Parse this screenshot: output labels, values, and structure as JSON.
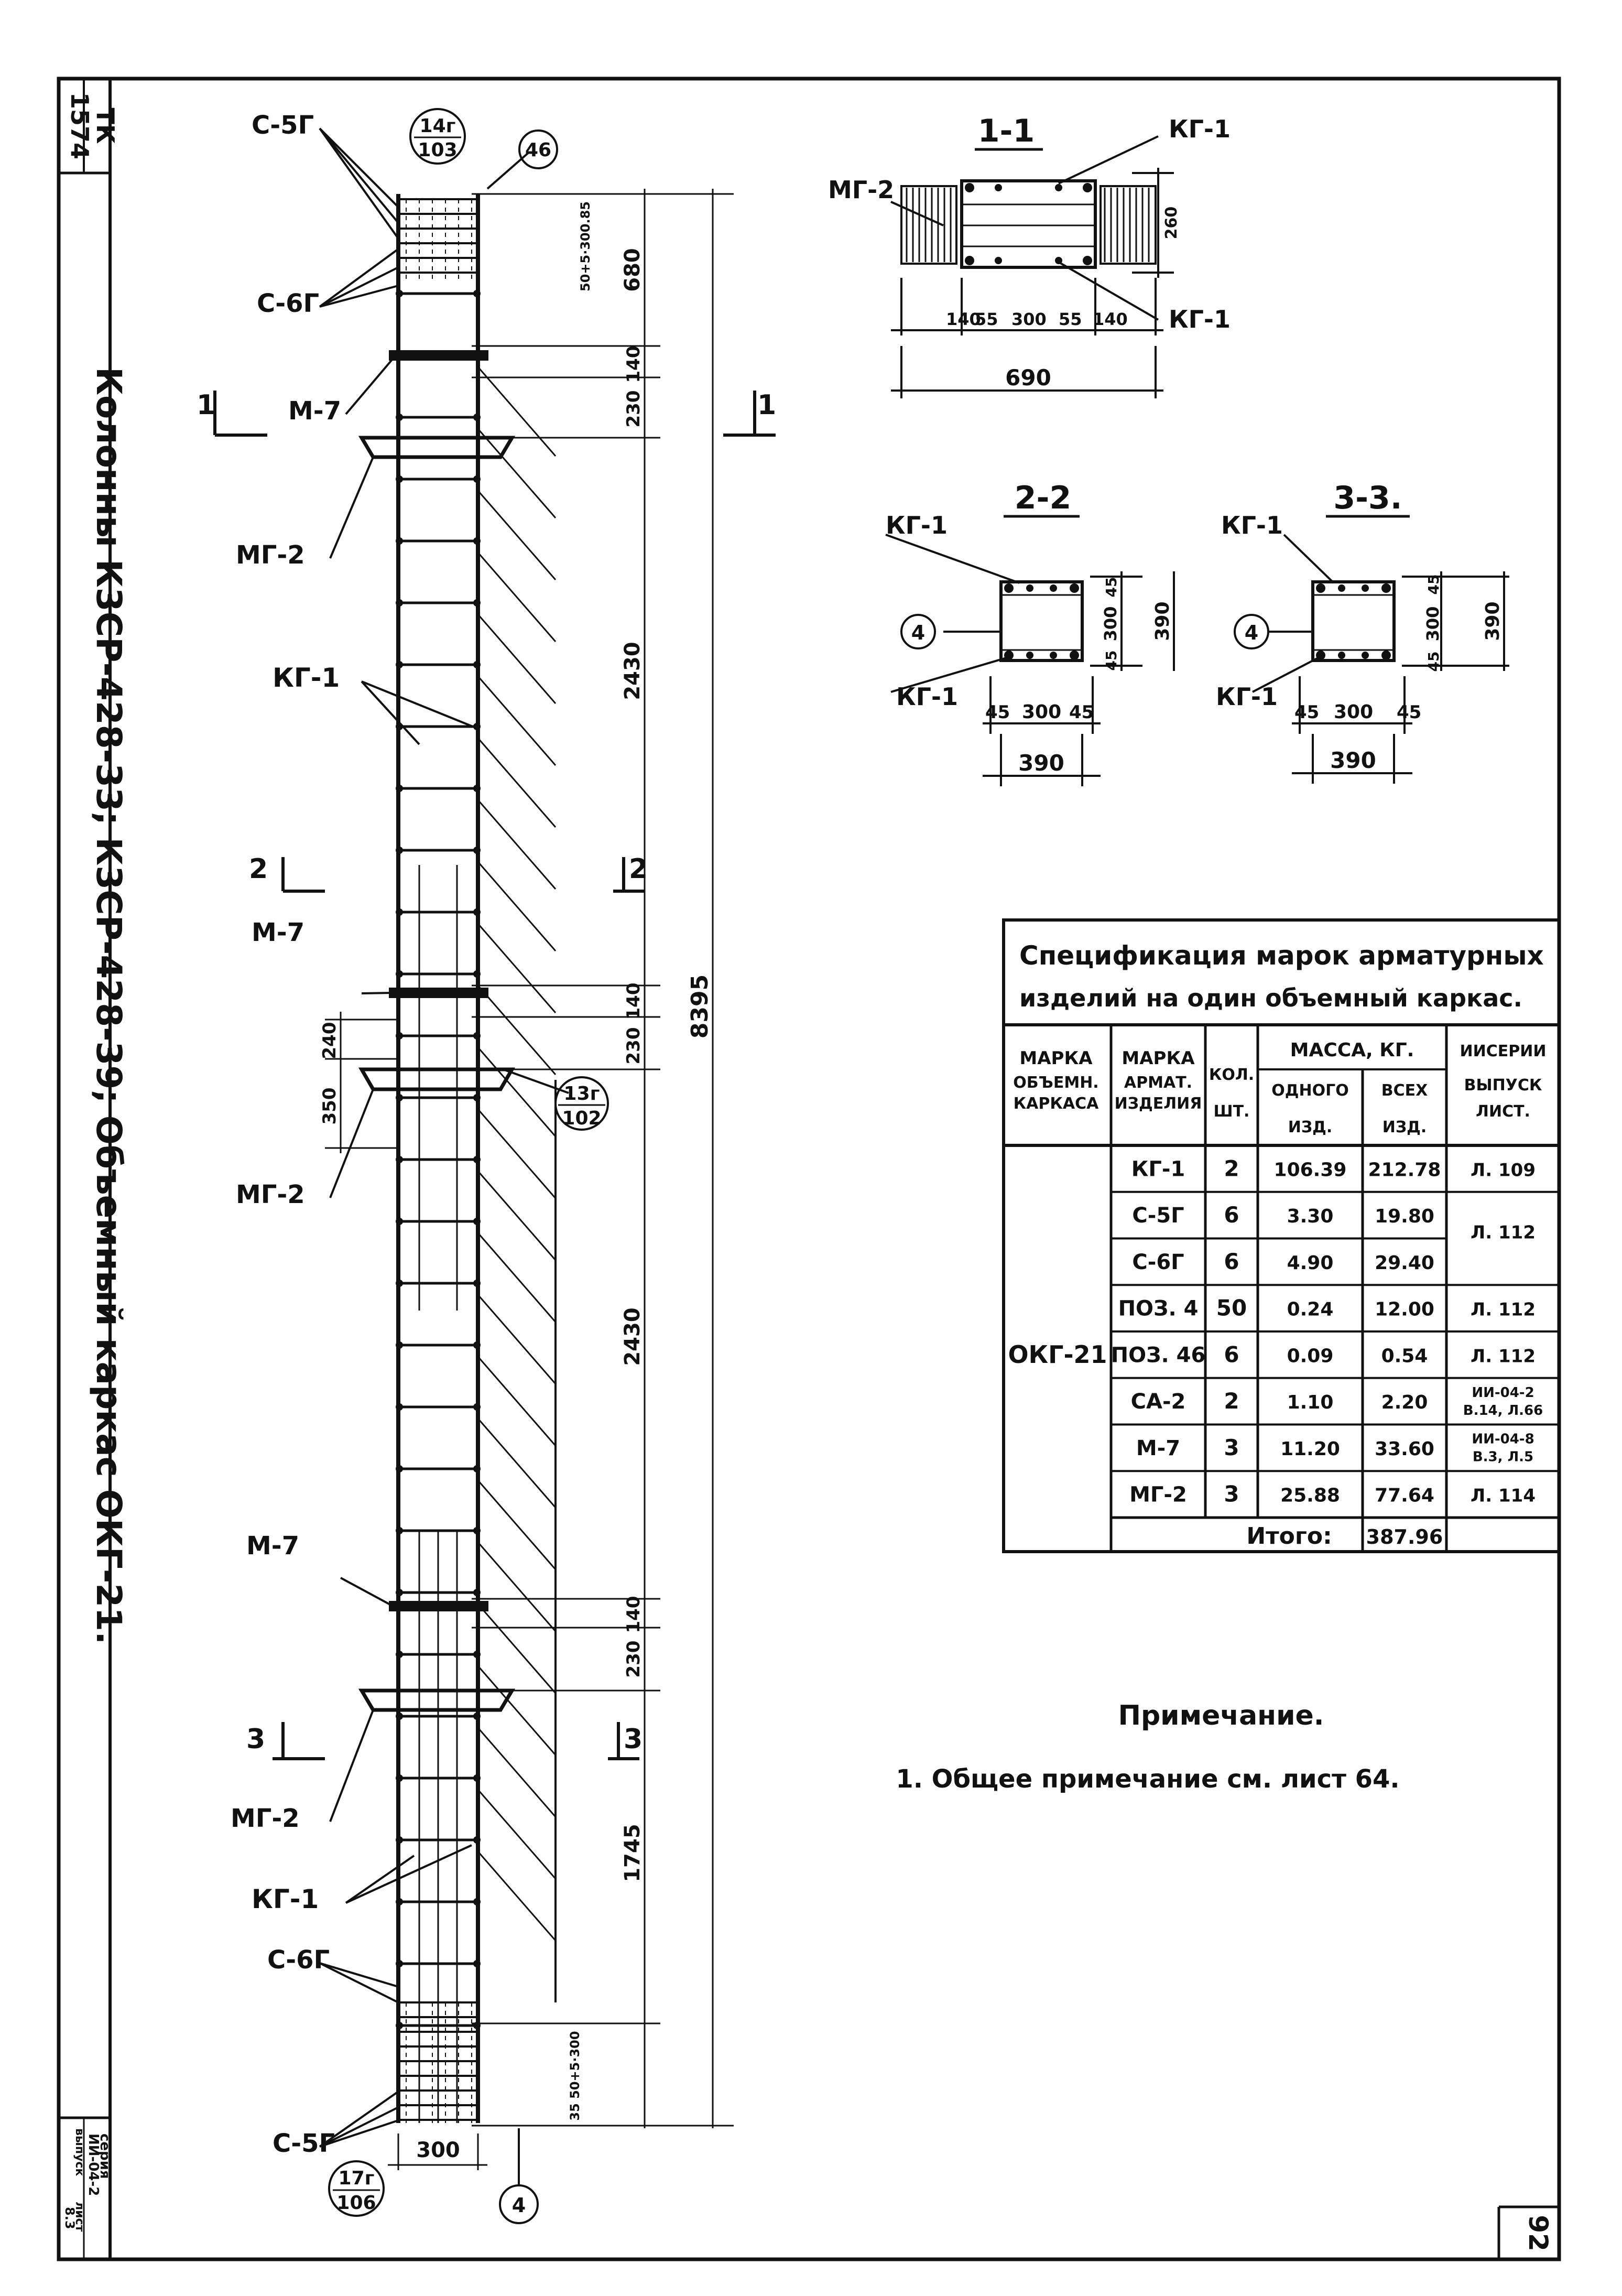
{
  "sidebar": {
    "code_top": "ТК",
    "code_num": "1574",
    "title": "Колонны К3СР-428-33; К3СР-428-39; Объемный каркас ОКГ-21.",
    "stamp": [
      "серия",
      "ИИ-04-2",
      "выпуск",
      "лист",
      "8.3"
    ]
  },
  "elevation": {
    "labels": {
      "c5g_top": "С-5Г",
      "c6g_top": "С-6Г",
      "m7_top": "М-7",
      "mg2_top": "МГ-2",
      "kg1_mid": "КГ-1",
      "m7_mid": "М-7",
      "mg2_mid": "МГ-2",
      "m7_low": "М-7",
      "mg2_low": "МГ-2",
      "kg1_low": "КГ-1",
      "c6g_low": "С-6Г",
      "c5g_low": "С-5Г"
    },
    "callouts": {
      "top_num": "14г",
      "top_den": "103",
      "top_pos": "46",
      "mid_num": "13г",
      "mid_den": "102",
      "bot_num": "17г",
      "bot_den": "106",
      "bot_pos": "4"
    },
    "section_marks": {
      "s1": "1",
      "s2": "2",
      "s3": "3"
    },
    "dims": {
      "d_top_small": "50+5·300.85",
      "d_680": "680",
      "d_140_a": "140",
      "d_230_a": "230",
      "d_2430_a": "2430",
      "d_140_b": "140",
      "d_230_b": "230",
      "d_240": "240",
      "d_350": "350",
      "d_2430_b": "2430",
      "d_140_c": "140",
      "d_230_c": "230",
      "d_1745": "1745",
      "d_bot_small": "35 50+5·300",
      "d_total": "8395",
      "d_width": "300"
    }
  },
  "section_1": {
    "title": "1-1",
    "kg1_top": "КГ-1",
    "kg1_bot": "КГ-1",
    "mg2": "МГ-2",
    "dim_260": "260",
    "dims_row": [
      "140",
      "55",
      "300",
      "55",
      "140"
    ],
    "dim_690": "690"
  },
  "section_2": {
    "title": "2-2",
    "kg1_top": "КГ-1",
    "kg1_bot": "КГ-1",
    "pos": "4",
    "dims_row": [
      "45",
      "300",
      "45"
    ],
    "dim_390": "390",
    "dims_col": [
      "45",
      "300",
      "45"
    ],
    "dim_390_v": "390"
  },
  "section_3": {
    "title": "3-3.",
    "kg1_top": "КГ-1",
    "kg1_bot": "КГ-1",
    "pos": "4",
    "dims_row": [
      "45",
      "300",
      "45"
    ],
    "dim_390": "390",
    "dims_col": [
      "45",
      "300",
      "45"
    ],
    "dim_390_v": "390"
  },
  "spec": {
    "title_line1": "Спецификация марок арматурных",
    "title_line2": "изделий на один объемный каркас.",
    "headers": {
      "h1": [
        "МАРКА",
        "ОБЪЕМН.",
        "КАРКАСА"
      ],
      "h2": [
        "МАРКА",
        "АРМАТ.",
        "ИЗДЕЛИЯ"
      ],
      "h3": [
        "КОЛ.",
        "ШТ."
      ],
      "h4": "МАССА, КГ.",
      "h4a": [
        "ОДНОГО",
        "ИЗД."
      ],
      "h4b": [
        "ВСЕХ",
        "ИЗД."
      ],
      "h5": [
        "ИИСЕРИИ",
        "ВЫПУСК",
        "ЛИСТ."
      ]
    },
    "frame_mark": "ОКГ-21",
    "rows": [
      {
        "mark": "КГ-1",
        "qty": "2",
        "one": "106.39",
        "all": "212.78",
        "ref": "Л. 109"
      },
      {
        "mark": "С-5Г",
        "qty": "6",
        "one": "3.30",
        "all": "19.80",
        "ref": ""
      },
      {
        "mark": "С-6Г",
        "qty": "6",
        "one": "4.90",
        "all": "29.40",
        "ref": "Л. 112"
      },
      {
        "mark": "ПОЗ. 4",
        "qty": "50",
        "one": "0.24",
        "all": "12.00",
        "ref": "Л. 112"
      },
      {
        "mark": "ПОЗ. 46",
        "qty": "6",
        "one": "0.09",
        "all": "0.54",
        "ref": "Л. 112"
      },
      {
        "mark": "СА-2",
        "qty": "2",
        "one": "1.10",
        "all": "2.20",
        "ref": "ИИ-04-2 В.14, Л.66"
      },
      {
        "mark": "М-7",
        "qty": "3",
        "one": "11.20",
        "all": "33.60",
        "ref": "ИИ-04-8 В.3, Л.5"
      },
      {
        "mark": "МГ-2",
        "qty": "3",
        "one": "25.88",
        "all": "77.64",
        "ref": "Л. 114"
      }
    ],
    "total_label": "Итого:",
    "total_value": "387.96"
  },
  "note": {
    "title": "Примечание.",
    "text": "1. Общее примечание см. лист 64."
  },
  "page_number": "92"
}
